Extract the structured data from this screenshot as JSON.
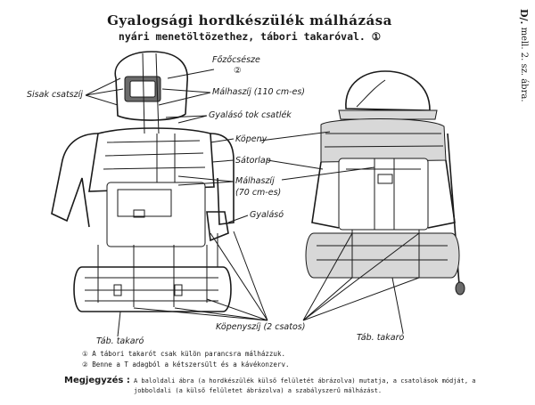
{
  "header": {
    "title": "Gyalogsági hordkészülék málházása",
    "subtitle": "nyári menetöltözethez, tábori takaróval. ①",
    "side_ref_prefix": "D/.",
    "side_ref_rest": "mell. 2. sz. ábra."
  },
  "labels": {
    "fozocsesze": "Főzőcsésze",
    "fozocsesze_note": "②",
    "sisak_csatszij": "Sisak csatszíj",
    "malhaszij_110": "Málhaszíj (110 cm-es)",
    "gyalaso_tok_csatlek": "Gyalásó tok csatlék",
    "kopeny": "Köpeny",
    "satorlap": "Sátorlap",
    "malhaszij_70_line1": "Málhaszíj",
    "malhaszij_70_line2": "(70 cm-es)",
    "gyalaso": "Gyalásó",
    "tab_takaro_left": "Táb. takaró",
    "kopenyszij": "Köpenyszíj (2 csatos)",
    "tab_takaro_right": "Táb. takaró"
  },
  "notes": [
    "① A tábori takarót csak külön parancsra málházzuk.",
    "② Benne a T adagból a kétszersült és a kávékonzerv."
  ],
  "remark": {
    "heading": "Megjegyzés :",
    "text": "A baloldali ábra (a hordkészülék külső felületét ábrázolva) mutatja, a csatolások módját, a jobboldali (a külső felületet ábrázolva) a szabályszerű málházást."
  }
}
